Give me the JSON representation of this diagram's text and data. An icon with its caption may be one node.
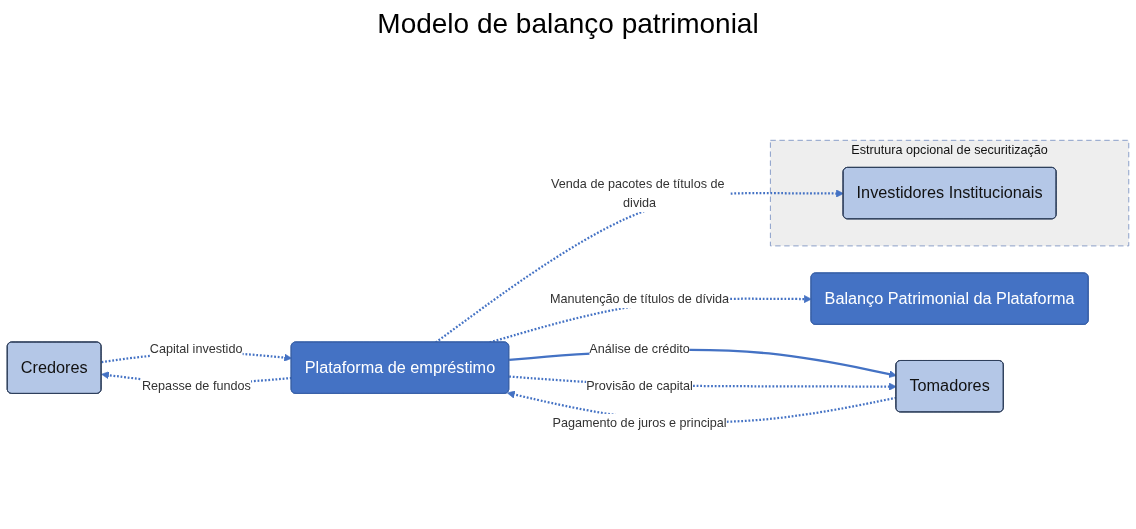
{
  "diagram": {
    "title": "Modelo de balanço patrimonial",
    "nodes": [
      {
        "text": [
          "Estrutura opcional de securitização"
        ]
      },
      {
        "text": [
          "Investidores Institucionais"
        ],
        "in": 0
      },
      {
        "text": [
          "Credores"
        ]
      },
      {
        "text": [
          "Balanço Patrimonial da Plataforma"
        ]
      },
      {
        "text": [
          "Tomadores"
        ]
      },
      {
        "text": [
          "Plataforma de empréstimo"
        ]
      }
    ],
    "edges": [
      {
        "from": 5,
        "to": 1,
        "arrow": "to",
        "label": "Venda de pacotes de títulos de divida",
        "style": "dashed"
      },
      {
        "from": 2,
        "to": 5,
        "arrow": "to",
        "label": "Capital investido",
        "style": "dashed"
      },
      {
        "from": 5,
        "to": 2,
        "arrow": "to",
        "label": "Repasse de fundos",
        "style": "dashed"
      },
      {
        "from": 5,
        "to": 3,
        "arrow": "to",
        "label": "Manutenção de títulos de dívida",
        "style": "dashed"
      },
      {
        "from": 5,
        "to": 4,
        "arrow": "to",
        "label": "Análise de crédito"
      },
      {
        "from": 5,
        "to": 4,
        "arrow": "to",
        "label": "Provisão de capital",
        "style": "dashed"
      },
      {
        "from": 4,
        "to": 5,
        "arrow": "to",
        "label": "Pagamento de juros e principal",
        "style": "dashed"
      }
    ]
  }
}
